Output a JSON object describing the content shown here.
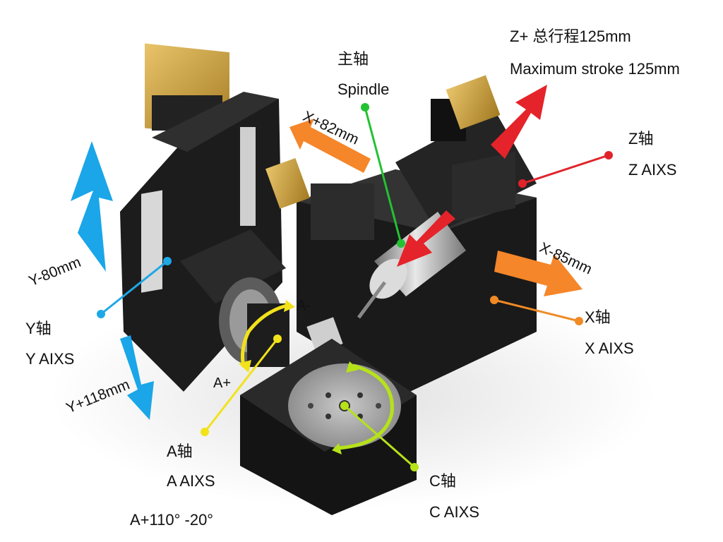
{
  "labels": {
    "z_line1": "Z+    总行程125mm",
    "z_line2": "Maximum stroke 125mm",
    "spindle_cn": "主轴",
    "spindle_en": "Spindle",
    "x_plus": "X+82mm",
    "x_minus": "X-85mm",
    "z_cn": "Z轴",
    "z_en": "Z AIXS",
    "y_minus": "Y-80mm",
    "y_plus": "Y+118mm",
    "y_cn": "Y轴",
    "y_en": "Y AIXS",
    "x_cn": "X轴",
    "x_en": "X AIXS",
    "a_minus": "A-",
    "a_plus": "A+",
    "a_cn": "A轴",
    "a_en": "A AIXS",
    "a_range": "A+110°  -20°",
    "c_cn": "C轴",
    "c_en": "C AIXS"
  },
  "colors": {
    "spindle": "#22c232",
    "z_axis": "#e0232a",
    "y_axis": "#1ea8e6",
    "x_axis": "#f08a24",
    "a_axis": "#f2e21a",
    "c_axis": "#b6e21a",
    "arrow_x": "#f5862a",
    "arrow_y": "#1aa6e8",
    "arrow_z": "#e5232a"
  }
}
